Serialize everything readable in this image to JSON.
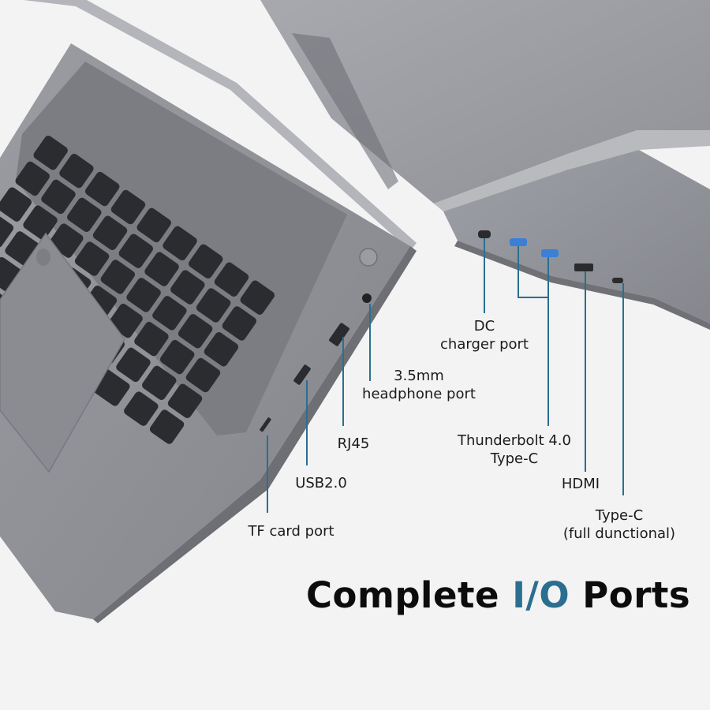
{
  "labels": {
    "dc": [
      "DC",
      "charger port"
    ],
    "headphone": [
      "3.5mm",
      "headphone port"
    ],
    "rj45": [
      "RJ45"
    ],
    "usb": [
      "USB2.0"
    ],
    "tf": [
      "TF card port"
    ],
    "thunderbolt": [
      "Thunderbolt 4.0",
      "Type-C"
    ],
    "hdmi": [
      "HDMI"
    ],
    "typec": [
      "Type-C",
      "(full dunctional)"
    ]
  },
  "headline": {
    "prefix": "Complete ",
    "accent": "I/O",
    "suffix": " Ports"
  },
  "colors": {
    "background": "#f3f3f4",
    "laptop_body": "#8b8d93",
    "keycap": "#2b2c2f",
    "leader_line": "#2a6f8f",
    "accent_text": "#2a6f8f",
    "port_blue": "#3b7fd6"
  }
}
